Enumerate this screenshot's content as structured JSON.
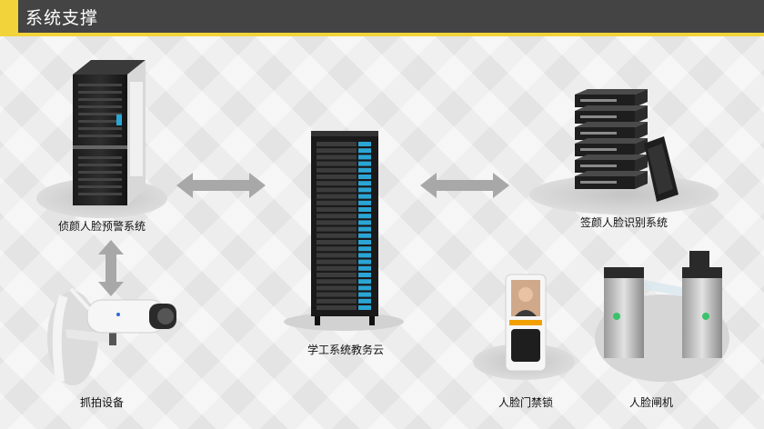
{
  "header": {
    "title": "系统支撑"
  },
  "nodes": {
    "detection": {
      "label": "侦颜人脸预警系统"
    },
    "cloud": {
      "label": "学工系统教务云"
    },
    "signin": {
      "label": "签颜人脸识别系统"
    },
    "camera": {
      "label": "抓拍设备"
    },
    "door": {
      "label": "人脸门禁锁"
    },
    "gate": {
      "label": "人脸闸机"
    }
  },
  "colors": {
    "header_bg": "#444444",
    "accent": "#f2d33a",
    "arrow": "#a8a8a8",
    "led": "#2aa6d6"
  }
}
